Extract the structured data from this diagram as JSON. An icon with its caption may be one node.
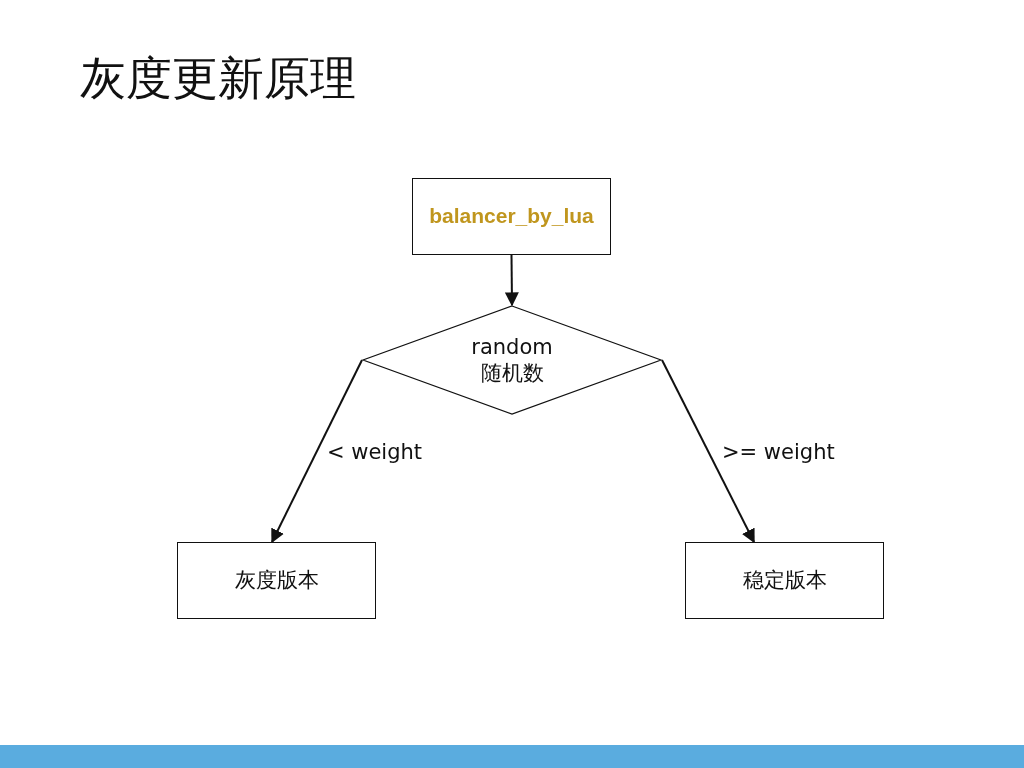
{
  "diagram": {
    "title": "灰度更新原理",
    "nodes": [
      {
        "text": [
          "balancer_by_lua"
        ]
      },
      {
        "text": [
          "random 随机数"
        ]
      },
      {
        "text": [
          "灰度版本"
        ]
      },
      {
        "text": [
          "稳定版本"
        ]
      }
    ],
    "edges": [
      {
        "from": 0,
        "to": 1,
        "arrow": "to"
      },
      {
        "from": 1,
        "to": 2,
        "arrow": "to",
        "label": "< weight"
      },
      {
        "from": 1,
        "to": 3,
        "arrow": "to",
        "label": ">= weight"
      }
    ]
  }
}
